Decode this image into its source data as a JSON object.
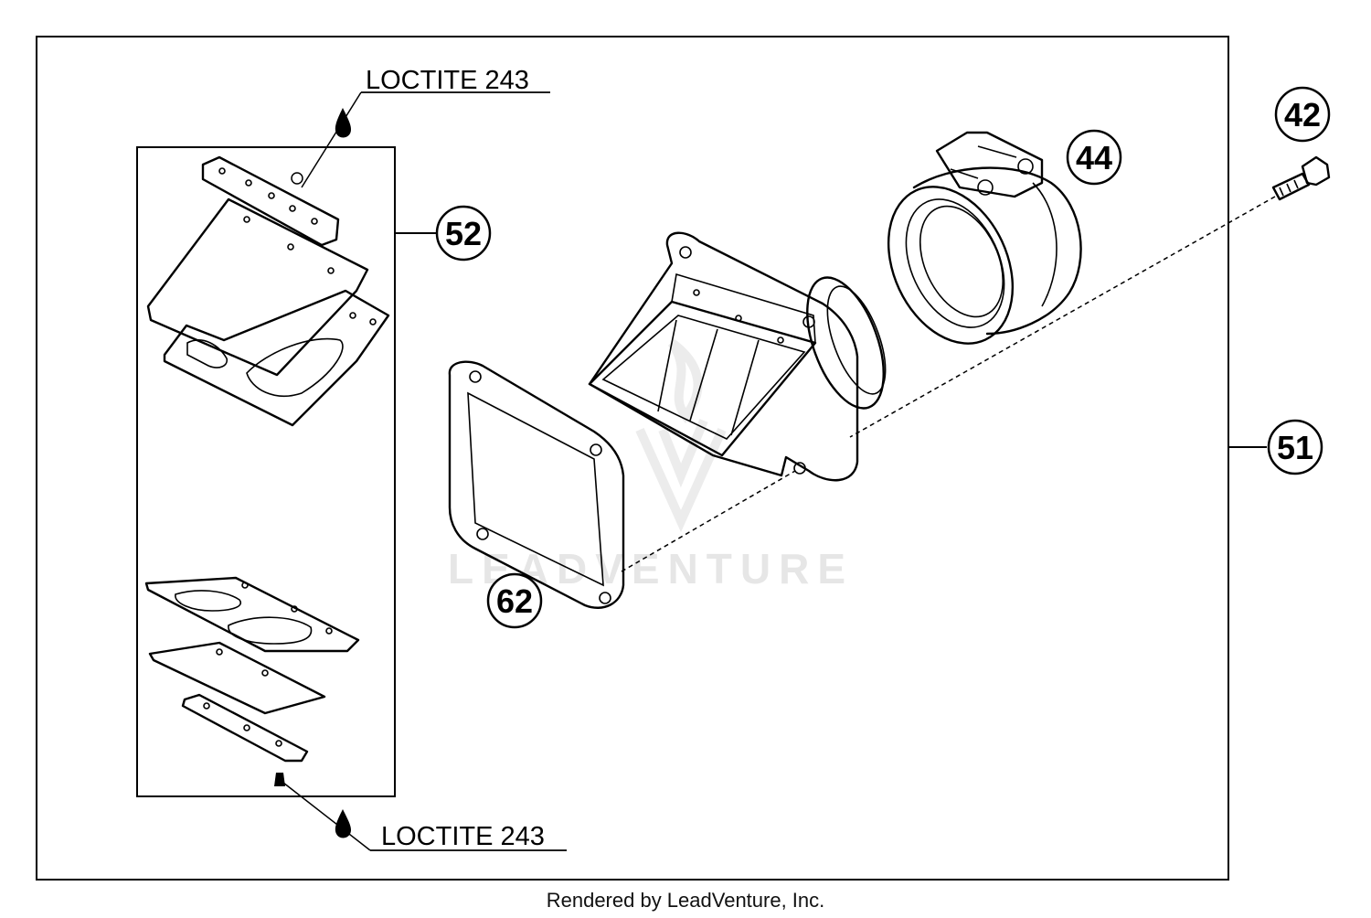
{
  "notes": {
    "top": "LOCTITE 243",
    "bottom": "LOCTITE 243"
  },
  "callouts": {
    "c42": "42",
    "c44": "44",
    "c51": "51",
    "c52": "52",
    "c62": "62"
  },
  "watermark": "LEADVENTURE",
  "footer": "Rendered by LeadVenture, Inc."
}
